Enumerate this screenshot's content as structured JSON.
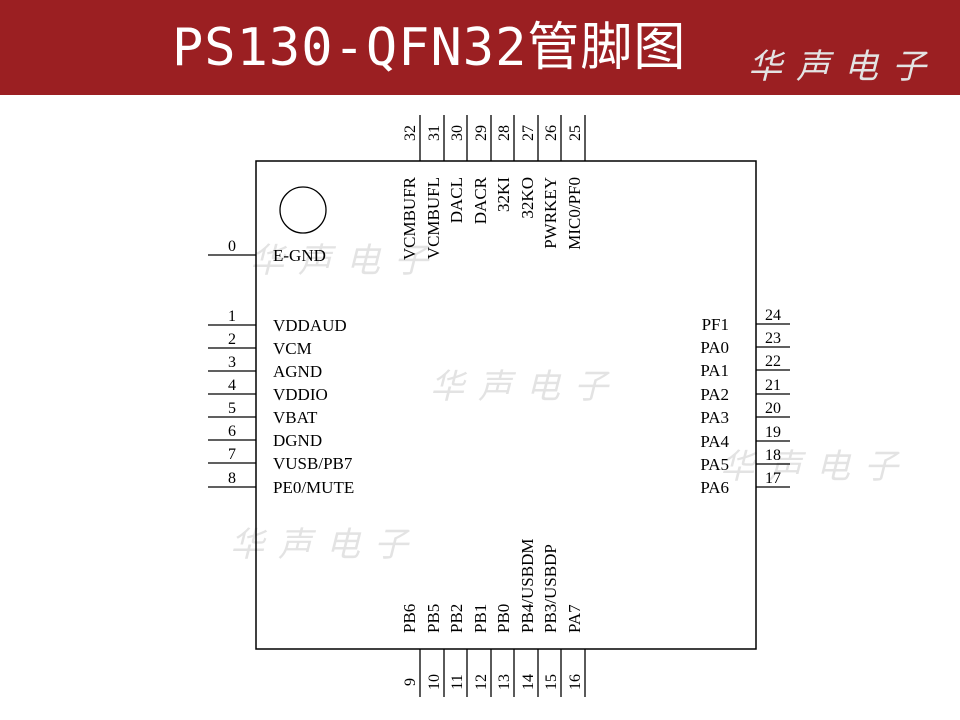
{
  "title": "PS130-QFN32管脚图",
  "watermark": "华声电子",
  "colors": {
    "header": "#9b1f22",
    "title_text": "#ffffff",
    "lines": "#000000"
  },
  "pins": {
    "left": [
      {
        "num": "0",
        "label": "E-GND"
      },
      {
        "num": "1",
        "label": "VDDAUD"
      },
      {
        "num": "2",
        "label": "VCM"
      },
      {
        "num": "3",
        "label": "AGND"
      },
      {
        "num": "4",
        "label": "VDDIO"
      },
      {
        "num": "5",
        "label": "VBAT"
      },
      {
        "num": "6",
        "label": "DGND"
      },
      {
        "num": "7",
        "label": "VUSB/PB7"
      },
      {
        "num": "8",
        "label": "PE0/MUTE"
      }
    ],
    "right": [
      {
        "num": "24",
        "label": "PF1"
      },
      {
        "num": "23",
        "label": "PA0"
      },
      {
        "num": "22",
        "label": "PA1"
      },
      {
        "num": "21",
        "label": "PA2"
      },
      {
        "num": "20",
        "label": "PA3"
      },
      {
        "num": "19",
        "label": "PA4"
      },
      {
        "num": "18",
        "label": "PA5"
      },
      {
        "num": "17",
        "label": "PA6"
      }
    ],
    "top": [
      {
        "num": "32",
        "label": "VCMBUFR"
      },
      {
        "num": "31",
        "label": "VCMBUFL"
      },
      {
        "num": "30",
        "label": "DACL"
      },
      {
        "num": "29",
        "label": "DACR"
      },
      {
        "num": "28",
        "label": "32KI"
      },
      {
        "num": "27",
        "label": "32KO"
      },
      {
        "num": "26",
        "label": "PWRKEY"
      },
      {
        "num": "25",
        "label": "MIC0/PF0"
      }
    ],
    "bottom": [
      {
        "num": "9",
        "label": "PB6"
      },
      {
        "num": "10",
        "label": "PB5"
      },
      {
        "num": "11",
        "label": "PB2"
      },
      {
        "num": "12",
        "label": "PB1"
      },
      {
        "num": "13",
        "label": "PB0"
      },
      {
        "num": "14",
        "label": "PB4/USBDM"
      },
      {
        "num": "15",
        "label": "PB3/USBDP"
      },
      {
        "num": "16",
        "label": "PA7"
      }
    ]
  }
}
